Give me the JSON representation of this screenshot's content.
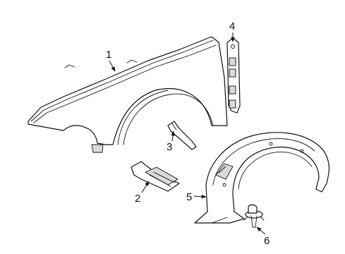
{
  "callouts": {
    "c1": "1",
    "c2": "2",
    "c3": "3",
    "c4": "4",
    "c5": "5",
    "c6": "6"
  },
  "colors": {
    "line": "#111111",
    "fill": "#ffffff",
    "shade": "#d9d9d9"
  }
}
